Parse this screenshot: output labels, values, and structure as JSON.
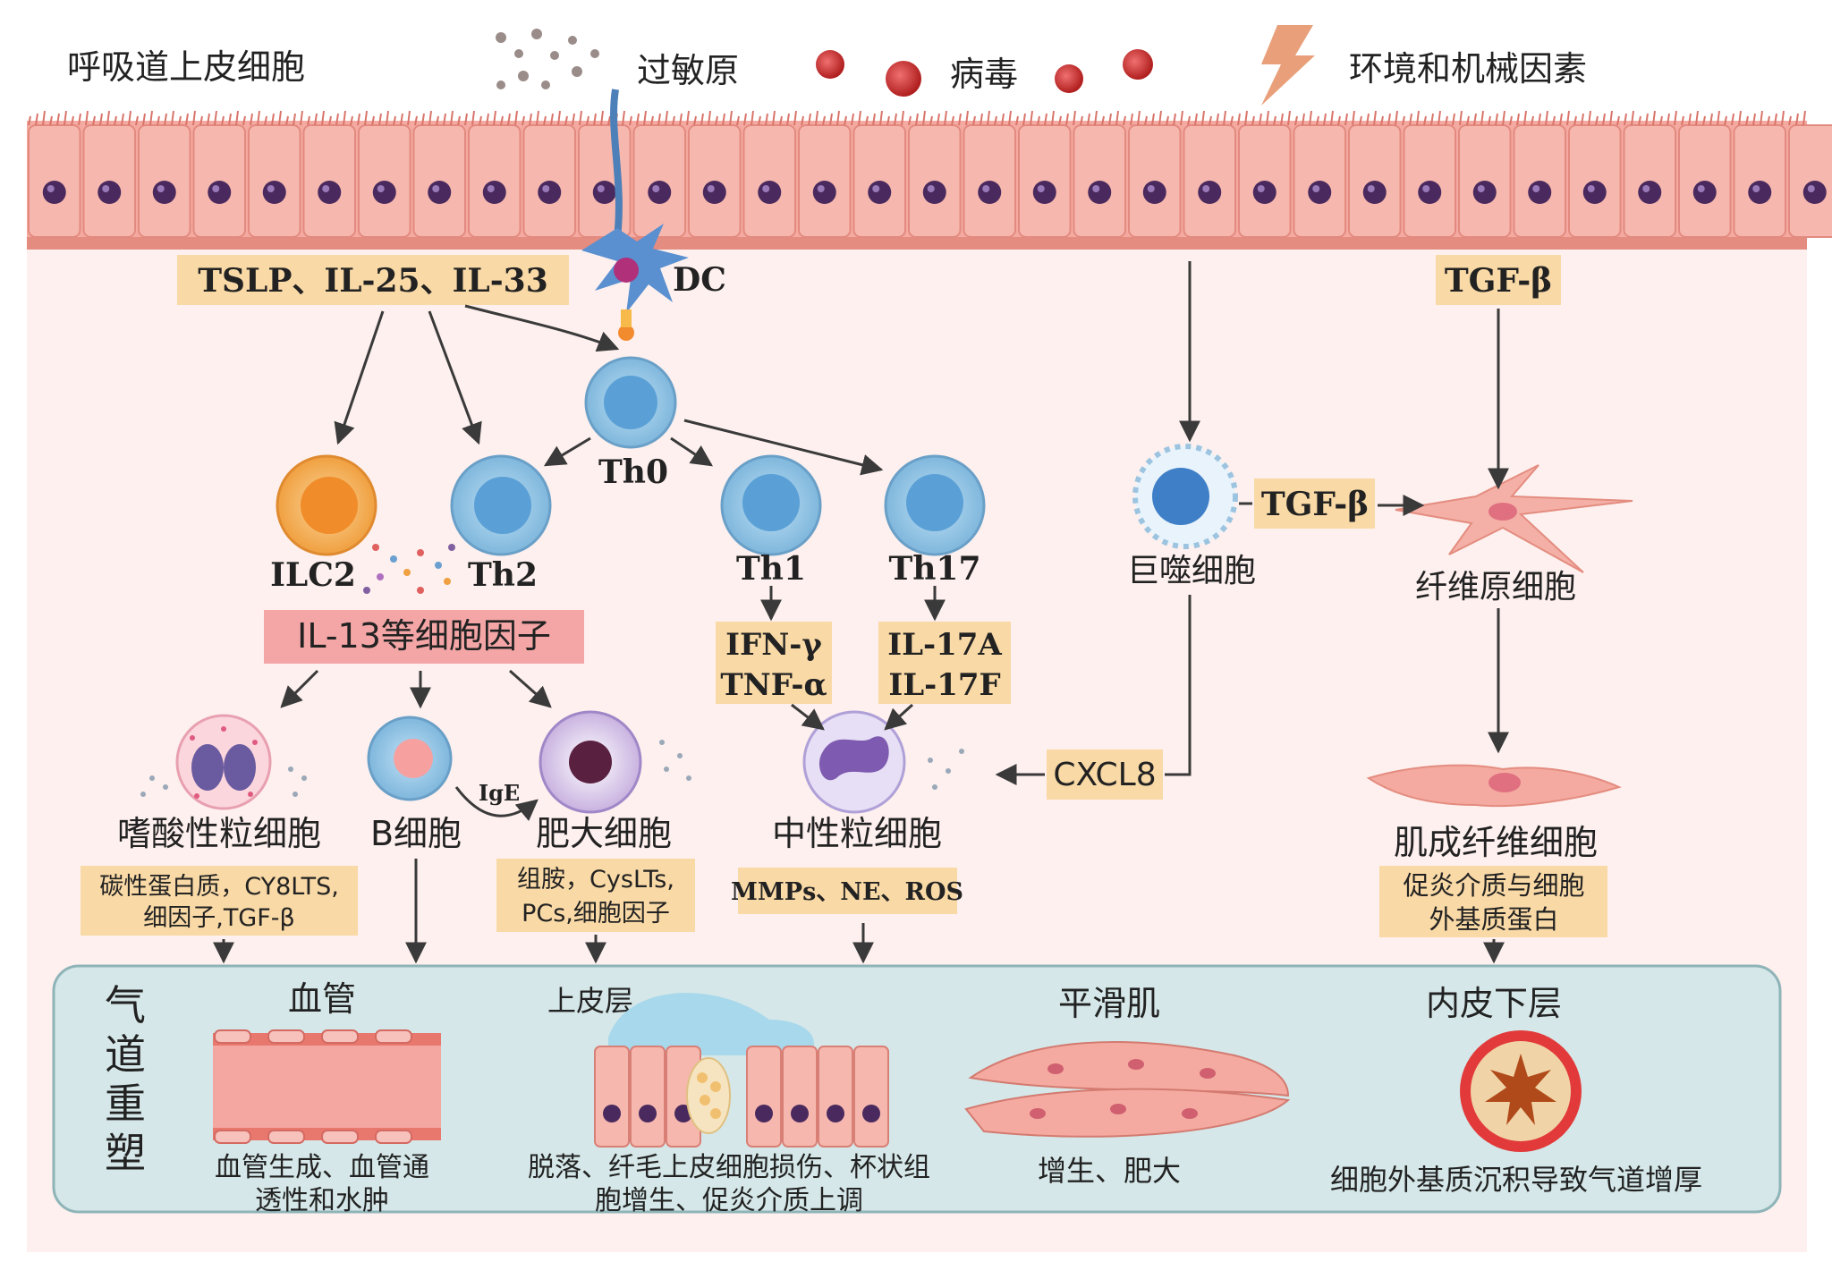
{
  "top_labels": {
    "epithelium": "呼吸道上皮细胞",
    "allergen": "过敏原",
    "virus": "病毒",
    "environment": "环境和机械因素"
  },
  "cytokines": {
    "alarmins": "TSLP、IL-25、IL-33",
    "tgf_top": "TGF-β",
    "tgf_mid": "TGF-β",
    "il13": "IL-13等细胞因子",
    "ifn": "IFN-γ",
    "tnf": "TNF-α",
    "il17a": "IL-17A",
    "il17f": "IL-17F",
    "cxcl8": "CXCL8",
    "ige": "IgE"
  },
  "cells": {
    "dc": "DC",
    "th0": "Th0",
    "ilc2": "ILC2",
    "th2": "Th2",
    "th1": "Th1",
    "th17": "Th17",
    "macrophage": "巨噬细胞",
    "fibroblast": "纤维原细胞",
    "eosinophil": "嗜酸性粒细胞",
    "b_cell": "B细胞",
    "mast_cell": "肥大细胞",
    "neutrophil": "中性粒细胞",
    "myofibroblast": "肌成纤维细胞"
  },
  "mediators": {
    "eosinophil_line1": "碳性蛋白质，CY8LTS,",
    "eosinophil_line2": "细因子,TGF-β",
    "mast_line1": "组胺，CysLTs,",
    "mast_line2": "PCs,细胞因子",
    "neutrophil": "MMPs、NE、ROS",
    "myofibroblast_line1": "促炎介质与细胞",
    "myofibroblast_line2": "外基质蛋白"
  },
  "remodeling": {
    "title_chars": [
      "气",
      "道",
      "重",
      "塑"
    ],
    "vessel_title": "血管",
    "vessel_desc_line1": "血管生成、血管通",
    "vessel_desc_line2": "透性和水肿",
    "epithelium_title": "上皮层",
    "epithelium_desc_line1": "脱落、纤毛上皮细胞损伤、杯状组",
    "epithelium_desc_line2": "胞增生、促炎介质上调",
    "smooth_muscle_title": "平滑肌",
    "smooth_muscle_desc": "增生、肥大",
    "submucosa_title": "内皮下层",
    "submucosa_desc": "细胞外基质沉积导致气道增厚"
  },
  "colors": {
    "epithelium_pink": "#f4aaa0",
    "nucleus_purple": "#4a2a5e",
    "label_orange": "#f9d9a6",
    "il13_red": "#f4a6a6",
    "remodel_panel": "#d5e7e8",
    "tcell_blue": "#7fb7dc",
    "ilc2_orange": "#f0a040"
  }
}
